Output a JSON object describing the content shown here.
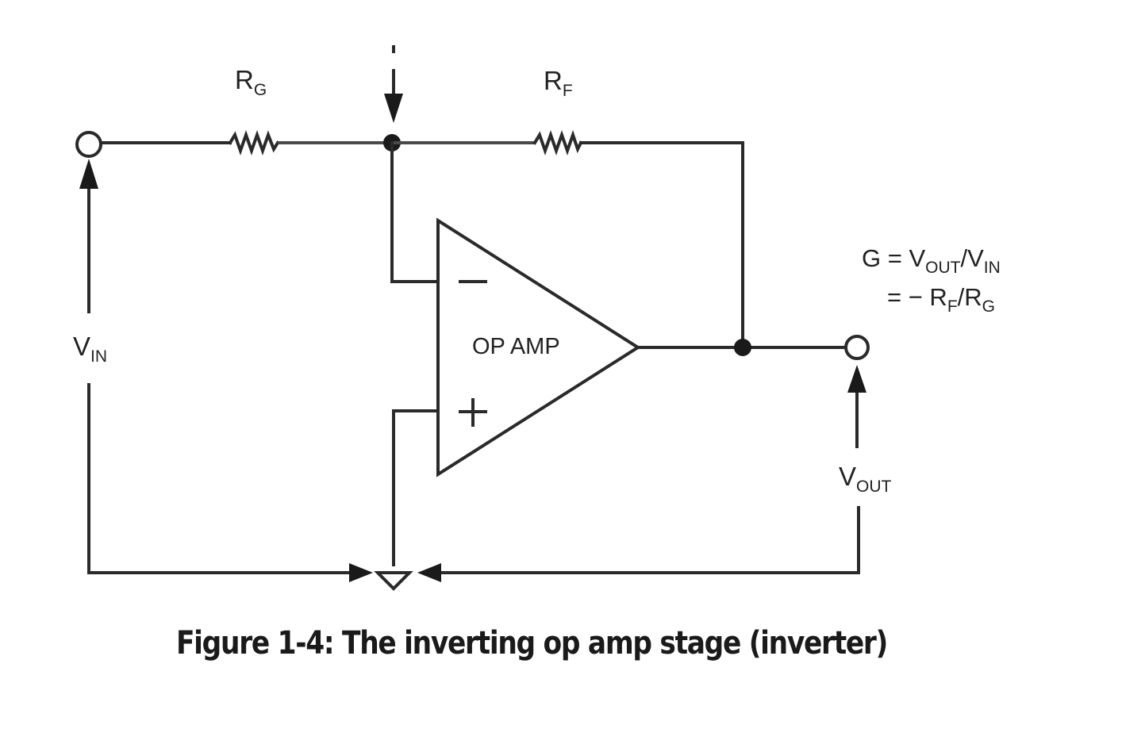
{
  "figure": {
    "caption": "Figure 1-4: The inverting op amp stage (inverter)"
  },
  "labels": {
    "rg": {
      "main": "R",
      "sub": "G"
    },
    "rf": {
      "main": "R",
      "sub": "F"
    },
    "current": "i",
    "vin": {
      "main": "V",
      "sub": "IN"
    },
    "vout": {
      "main": "V",
      "sub": "OUT"
    },
    "opamp": "OP AMP",
    "minus": "−",
    "plus": "+"
  },
  "equation": {
    "line1": {
      "g": "G = V",
      "out": "OUT",
      "slash": "/V",
      "in": "IN"
    },
    "line2": {
      "eq": "= − R",
      "f": "F",
      "slash": "/R",
      "g": "G"
    }
  },
  "colors": {
    "ink": "#222222",
    "background": "#ffffff"
  }
}
